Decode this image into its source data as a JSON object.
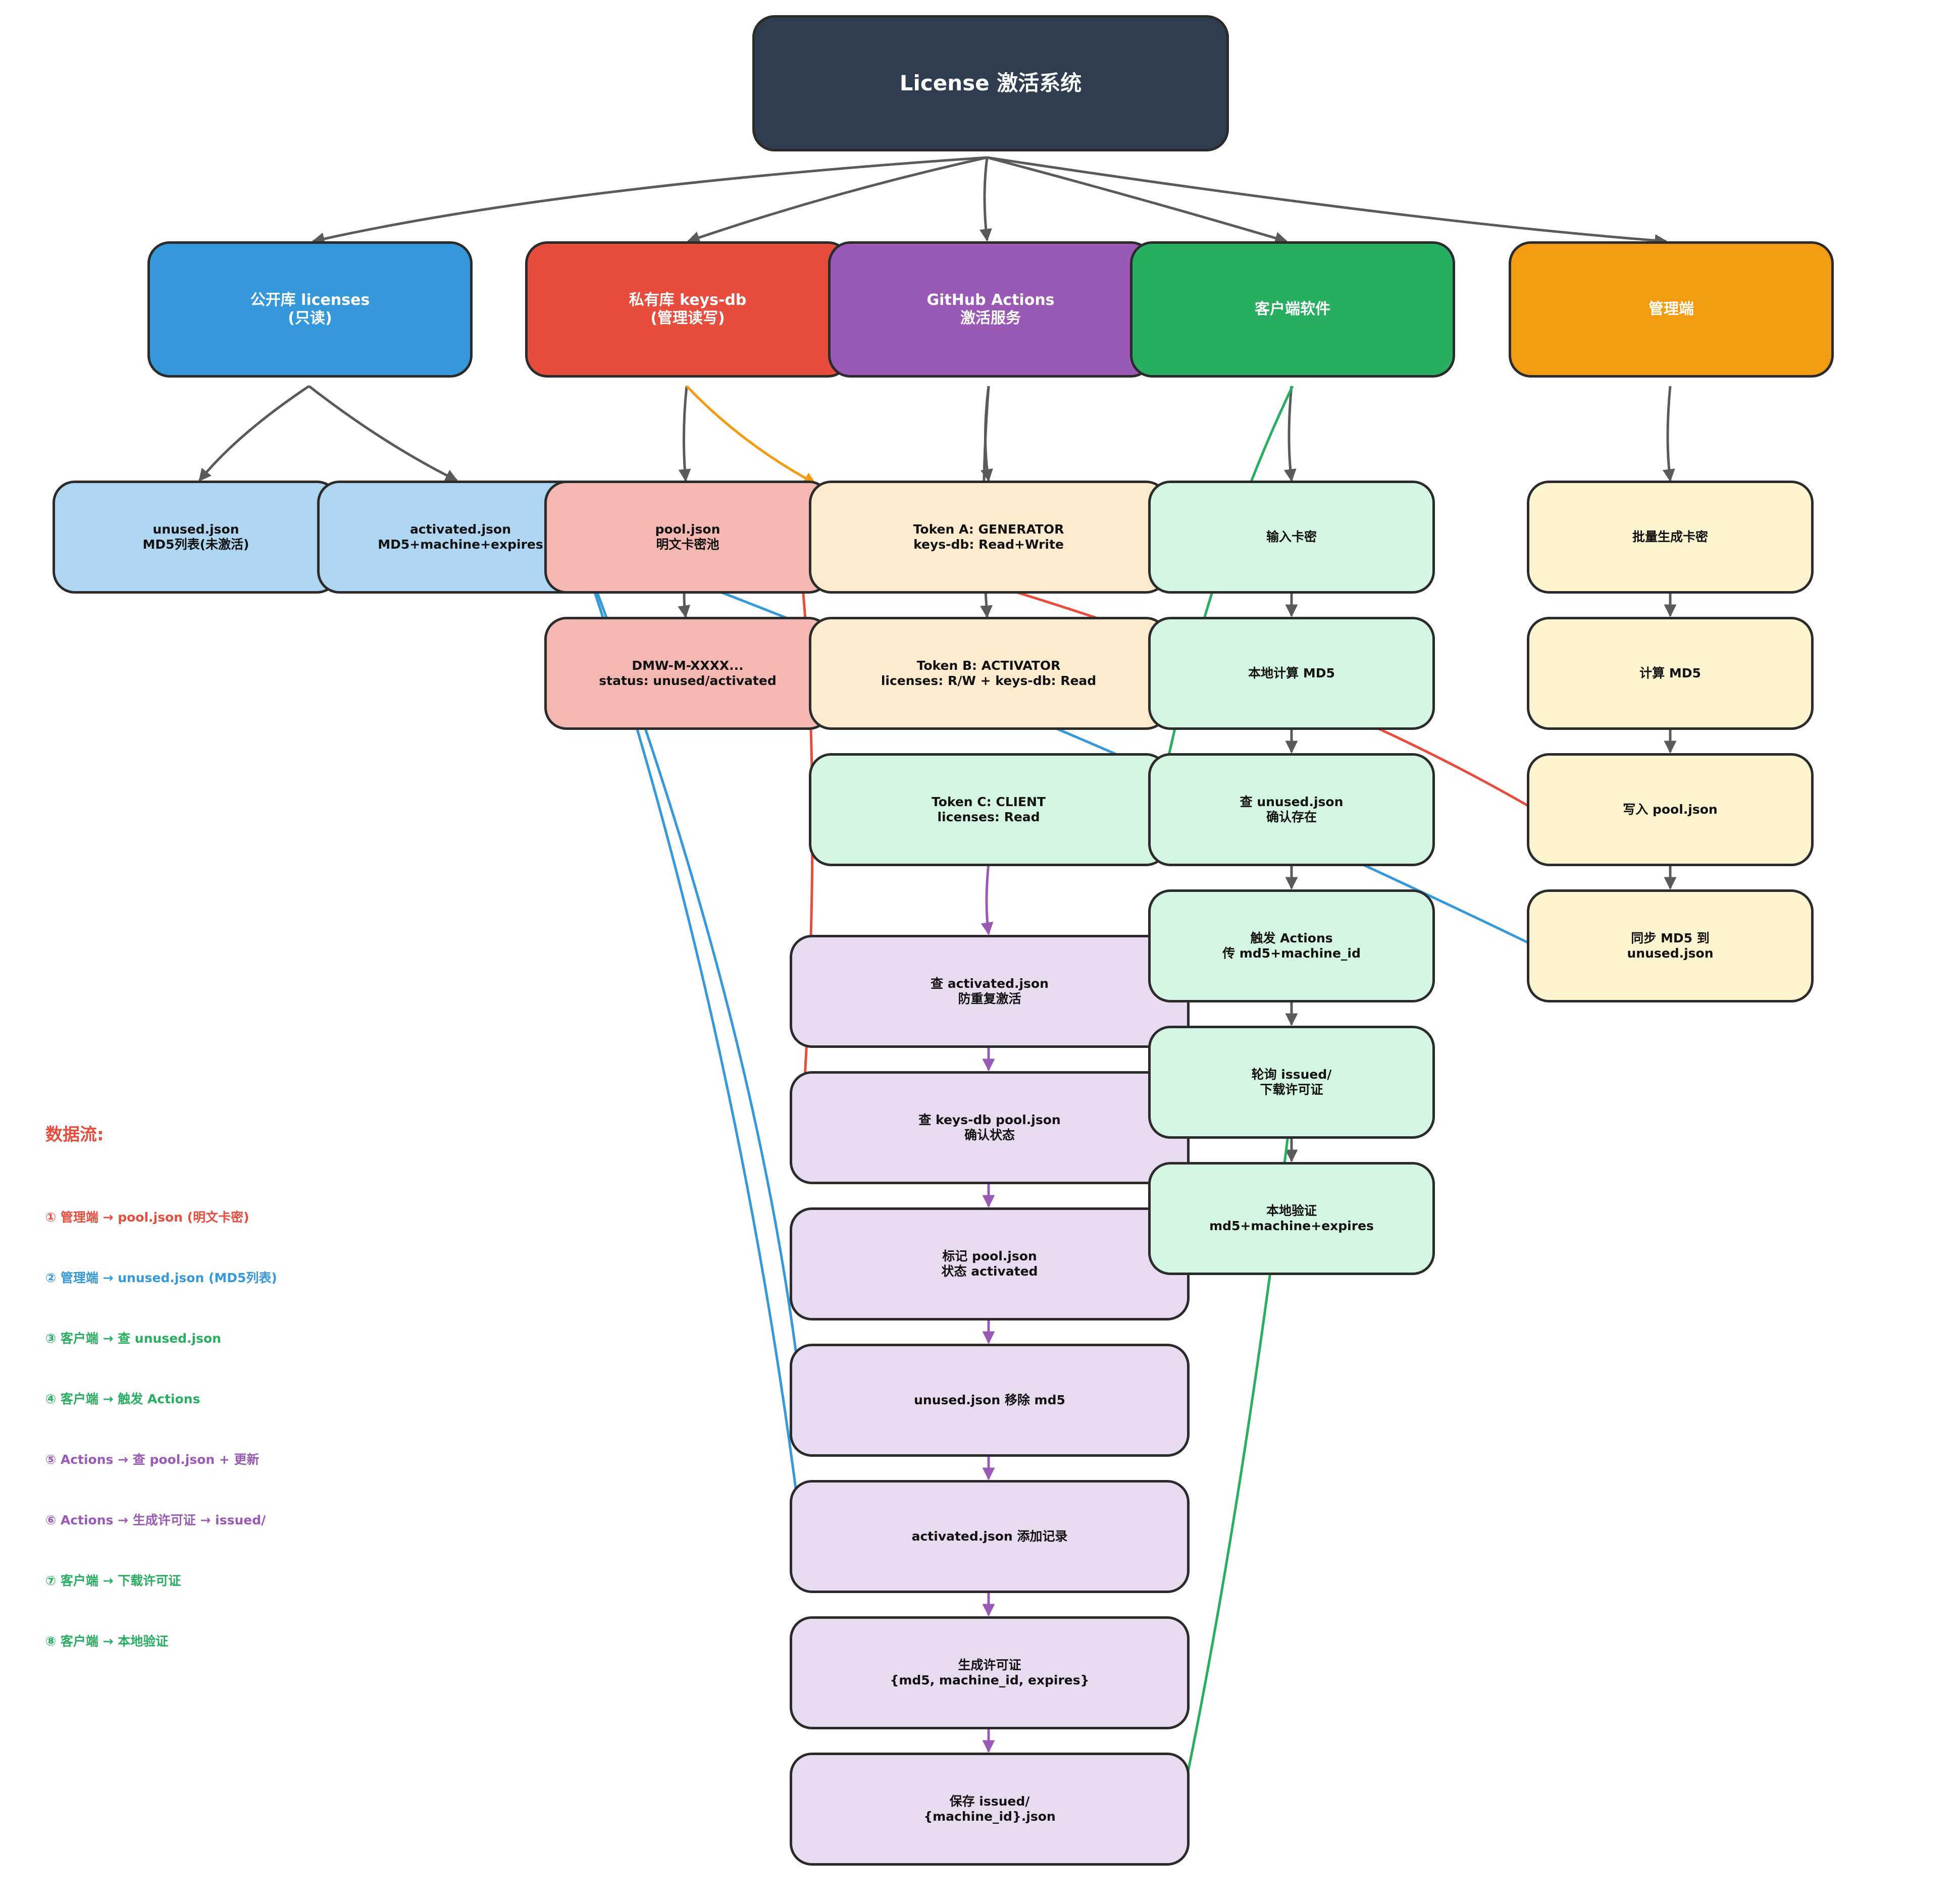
{
  "colors": {
    "edge_gray": "#5a5a5a",
    "edge_red": "#e74c3c",
    "edge_blue": "#3498db",
    "edge_green": "#27ae60",
    "edge_purple": "#9b59b6",
    "edge_orange": "#f39c12"
  },
  "nodes": {
    "root": {
      "lines": [
        "License 激活系统"
      ],
      "fill": "#2e3e50"
    },
    "public_repo": {
      "lines": [
        "公开库 licenses",
        "(只读)"
      ],
      "fill": "#3498db"
    },
    "private_repo": {
      "lines": [
        "私有库 keys-db",
        "(管理读写)"
      ],
      "fill": "#e74c3c"
    },
    "actions": {
      "lines": [
        "GitHub Actions",
        "激活服务"
      ],
      "fill": "#9b59b6"
    },
    "client": {
      "lines": [
        "客户端软件"
      ],
      "fill": "#27ae60"
    },
    "admin": {
      "lines": [
        "管理端"
      ],
      "fill": "#f39c12"
    },
    "unused_json": {
      "lines": [
        "unused.json",
        "MD5列表(未激活)"
      ],
      "fill": "#aed6f1"
    },
    "activated_json": {
      "lines": [
        "activated.json",
        "MD5+machine+expires"
      ],
      "fill": "#aed6f1"
    },
    "pool_json": {
      "lines": [
        "pool.json",
        "明文卡密池"
      ],
      "fill": "#f5b7b1"
    },
    "dmw_key": {
      "lines": [
        "DMW-M-XXXX...",
        "status: unused/activated"
      ],
      "fill": "#f5b7b1"
    },
    "token_a": {
      "lines": [
        "Token A: GENERATOR",
        "keys-db: Read+Write"
      ],
      "fill": "#fdebd0"
    },
    "token_b": {
      "lines": [
        "Token B: ACTIVATOR",
        "licenses: R/W + keys-db: Read"
      ],
      "fill": "#fdebd0"
    },
    "token_c": {
      "lines": [
        "Token C: CLIENT",
        "licenses: Read"
      ],
      "fill": "#d5f5e3"
    },
    "act_check_activated": {
      "lines": [
        "查 activated.json",
        "防重复激活"
      ],
      "fill": "#e8daef"
    },
    "act_check_pool": {
      "lines": [
        "查 keys-db pool.json",
        "确认状态"
      ],
      "fill": "#e8daef"
    },
    "act_mark_pool": {
      "lines": [
        "标记 pool.json",
        "状态 activated"
      ],
      "fill": "#e8daef"
    },
    "act_remove_md5": {
      "lines": [
        "unused.json 移除 md5"
      ],
      "fill": "#e8daef"
    },
    "act_add_record": {
      "lines": [
        "activated.json 添加记录"
      ],
      "fill": "#e8daef"
    },
    "act_gen_license": {
      "lines": [
        "生成许可证",
        "{md5, machine_id, expires}"
      ],
      "fill": "#e8daef"
    },
    "act_save_issued": {
      "lines": [
        "保存 issued/",
        "{machine_id}.json"
      ],
      "fill": "#e8daef"
    },
    "cli_input": {
      "lines": [
        "输入卡密"
      ],
      "fill": "#d5f5e3"
    },
    "cli_md5": {
      "lines": [
        "本地计算 MD5"
      ],
      "fill": "#d5f5e3"
    },
    "cli_check_unused": {
      "lines": [
        "查 unused.json",
        "确认存在"
      ],
      "fill": "#d5f5e3"
    },
    "cli_trigger": {
      "lines": [
        "触发 Actions",
        "传 md5+machine_id"
      ],
      "fill": "#d5f5e3"
    },
    "cli_poll": {
      "lines": [
        "轮询 issued/",
        "下载许可证"
      ],
      "fill": "#d5f5e3"
    },
    "cli_verify": {
      "lines": [
        "本地验证",
        "md5+machine+expires"
      ],
      "fill": "#d5f5e3"
    },
    "adm_gen": {
      "lines": [
        "批量生成卡密"
      ],
      "fill": "#fcf3cf"
    },
    "adm_md5": {
      "lines": [
        "计算 MD5"
      ],
      "fill": "#fcf3cf"
    },
    "adm_write_pool": {
      "lines": [
        "写入 pool.json"
      ],
      "fill": "#fcf3cf"
    },
    "adm_sync": {
      "lines": [
        "同步 MD5 到",
        "unused.json"
      ],
      "fill": "#fcf3cf"
    }
  },
  "legend": {
    "title": "数据流:",
    "items": [
      {
        "text": "① 管理端 → pool.json (明文卡密)",
        "color": "#e74c3c"
      },
      {
        "text": "② 管理端 → unused.json (MD5列表)",
        "color": "#3498db"
      },
      {
        "text": "③ 客户端 → 查 unused.json",
        "color": "#27ae60"
      },
      {
        "text": "④ 客户端 → 触发 Actions",
        "color": "#27ae60"
      },
      {
        "text": "⑤ Actions → 查 pool.json + 更新",
        "color": "#9b59b6"
      },
      {
        "text": "⑥ Actions → 生成许可证 → issued/",
        "color": "#9b59b6"
      },
      {
        "text": "⑦ 客户端 → 下载许可证",
        "color": "#27ae60"
      },
      {
        "text": "⑧ 客户端 → 本地验证",
        "color": "#27ae60"
      }
    ]
  }
}
